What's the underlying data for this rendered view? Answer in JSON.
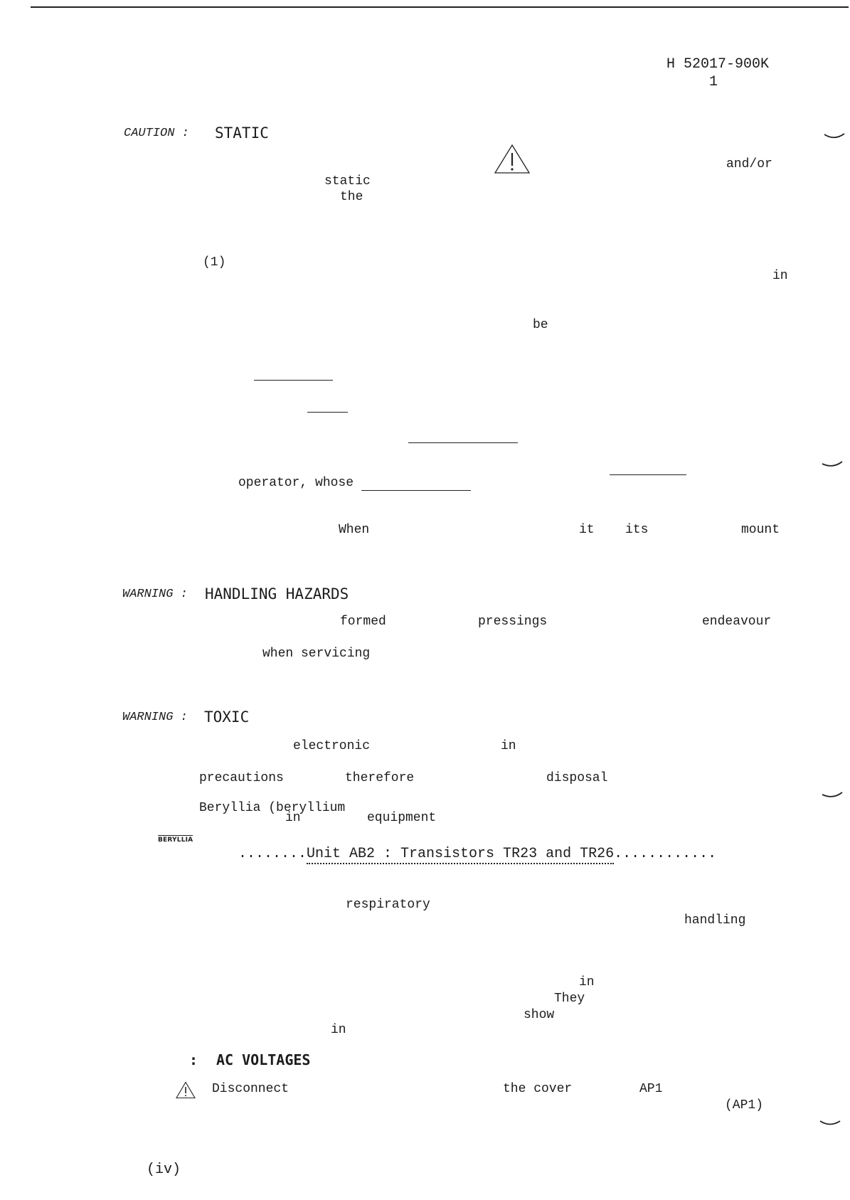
{
  "header": {
    "doc_number": "H 52017-900K",
    "sheet": "1"
  },
  "caution_static": {
    "label": "CAUTION :",
    "title": "STATIC",
    "icon": "warning-triangle-icon",
    "fragments": [
      "and/or",
      "static",
      "the"
    ]
  },
  "para_1": {
    "number": "(1)",
    "fragments": [
      "in",
      "be",
      "operator, whose",
      "When",
      "it",
      "its",
      "mount"
    ]
  },
  "warning_handling": {
    "label": "WARNING :",
    "title": "HANDLING HAZARDS",
    "fragments": [
      "formed",
      "pressings",
      "endeavour",
      "when servicing"
    ]
  },
  "warning_toxic": {
    "label": "WARNING :",
    "title": "TOXIC",
    "fragments": [
      "electronic",
      "in",
      "precautions",
      "therefore",
      "disposal",
      "Beryllia (beryllium",
      "in",
      "equipment",
      "respiratory",
      "handling",
      "in",
      "They",
      "show",
      "in"
    ],
    "beryllia_tag": "BERYLLIA",
    "beryllia_list": {
      "lead": "........",
      "text": "Unit AB2 : Transistors TR23 and TR26",
      "trail": "............"
    }
  },
  "warning_ac": {
    "label": ":",
    "title": "AC VOLTAGES",
    "icon": "warning-triangle-icon",
    "fragments": [
      "Disconnect",
      "the cover",
      "AP1",
      "(AP1)"
    ]
  },
  "footer": {
    "page": "(iv)"
  }
}
